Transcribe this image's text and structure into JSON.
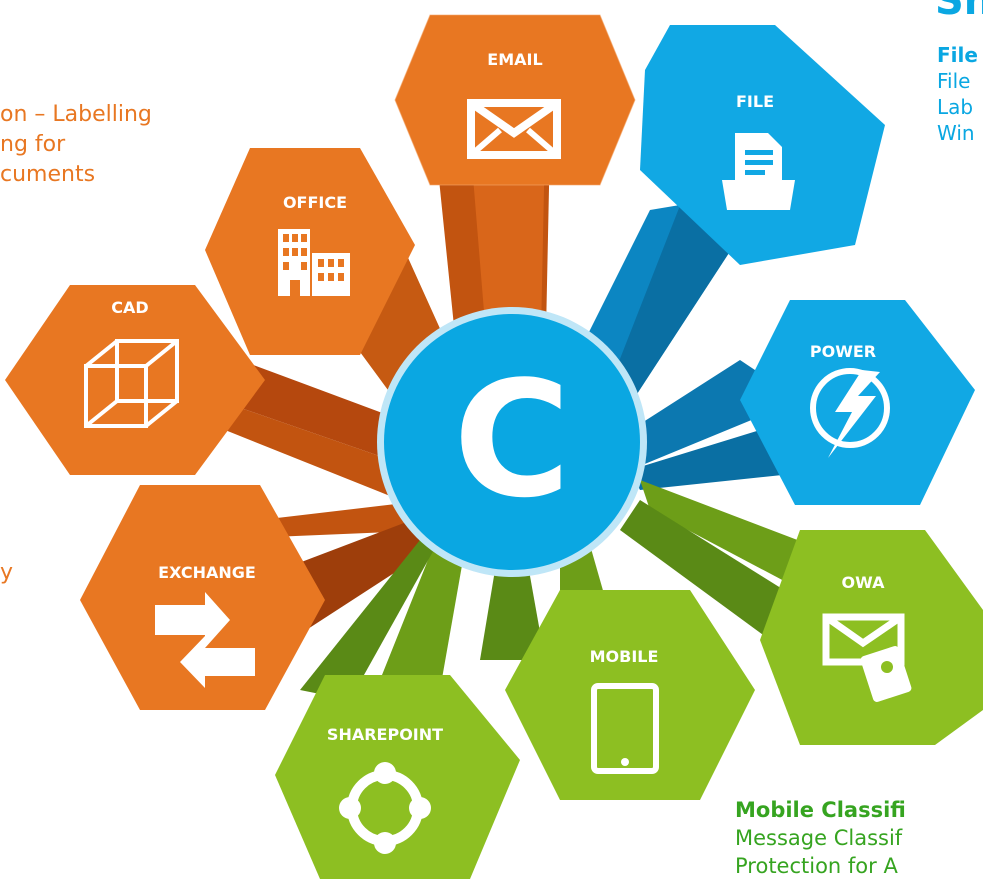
{
  "colors": {
    "orange": "#E87722",
    "orange_dark": "#B5480E",
    "blue": "#11A8E4",
    "blue_dark": "#0C78B0",
    "green": "#8DBF22",
    "green_dark": "#5A8A16",
    "hub": "#0AA7E2",
    "hub_ring": "#BFE6F7",
    "text_green": "#36A420"
  },
  "hub": {
    "letter": "C"
  },
  "petals": {
    "email": {
      "label": "EMAIL",
      "icon": "envelope-icon"
    },
    "file": {
      "label": "FILE",
      "icon": "document-folder-icon"
    },
    "office": {
      "label": "OFFICE",
      "icon": "building-icon"
    },
    "cad": {
      "label": "CAD",
      "icon": "cube-icon"
    },
    "power": {
      "label": "POWER",
      "icon": "lightning-icon"
    },
    "exchange": {
      "label": "EXCHANGE",
      "icon": "exchange-arrows-icon"
    },
    "owa": {
      "label": "OWA",
      "icon": "envelope-lock-icon"
    },
    "mobile": {
      "label": "MOBILE",
      "icon": "tablet-icon"
    },
    "sharepoint": {
      "label": "SHAREPOINT",
      "icon": "sharepoint-icon"
    }
  },
  "text": {
    "left_top": [
      "on  – Labelling",
      "ng for",
      "cuments"
    ],
    "left_mid": "y",
    "top_right_heading": "Sh",
    "file_heading": "File",
    "file_lines": [
      "File",
      "Lab",
      "Win"
    ],
    "bottom_heading": "Mobile Classifi",
    "bottom_lines": [
      "Message Classif",
      "Protection for A"
    ]
  }
}
